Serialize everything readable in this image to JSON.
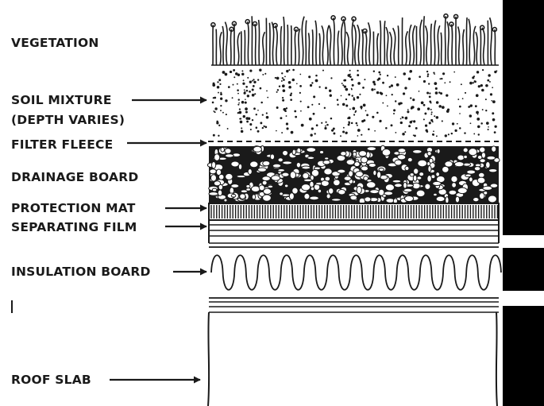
{
  "diagram": {
    "labels": {
      "vegetation": "VEGETATION",
      "soil_mixture": "SOIL MIXTURE",
      "soil_mixture_note": "(DEPTH VARIES)",
      "filter_fleece": "FILTER FLEECE",
      "drainage_board": "DRAINAGE BOARD",
      "protection_mat": "PROTECTION MAT",
      "separating_film": "SEPARATING FILM",
      "insulation_board": "INSULATION BOARD",
      "roof_slab": "ROOF SLAB"
    },
    "colors": {
      "ink": "#1a1a1a",
      "background": "#ffffff",
      "side_bars": "#000000"
    }
  }
}
